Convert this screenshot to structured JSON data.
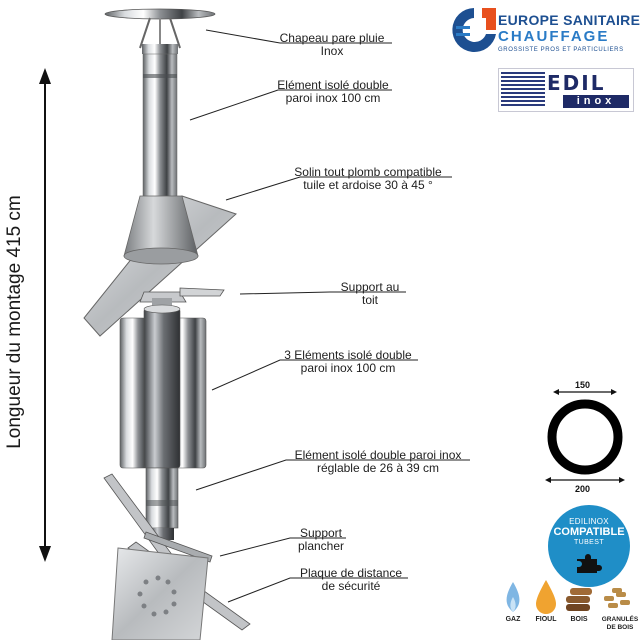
{
  "title_vertical": "Longueur du montage  415 cm",
  "labels": [
    {
      "id": "chapeau",
      "lines": [
        "Chapeau pare pluie",
        "Inox"
      ]
    },
    {
      "id": "element-top",
      "lines": [
        "Elément isolé double",
        "paroi inox 100 cm"
      ]
    },
    {
      "id": "solin",
      "lines": [
        "Solin tout plomb compatible",
        "tuile et ardoise 30 à 45 °"
      ]
    },
    {
      "id": "support-toit",
      "lines": [
        "Support au",
        "toit"
      ]
    },
    {
      "id": "trois-elements",
      "lines": [
        "3 Eléments isolé double",
        "paroi inox 100 cm"
      ]
    },
    {
      "id": "element-reglable",
      "lines": [
        "Elément isolé double paroi inox",
        "réglable de 26 à 39 cm"
      ]
    },
    {
      "id": "support-plancher",
      "lines": [
        "Support",
        "plancher"
      ]
    },
    {
      "id": "plaque",
      "lines": [
        "Plaque de distance",
        "de sécurité"
      ]
    }
  ],
  "brand": {
    "name_line1": "EUROPE SANITAIRE",
    "name_line2": "CHAUFFAGE",
    "tagline": "GROSSISTE PROS ET PARTICULIERS",
    "color_dark": "#1d4f91",
    "color_light": "#2a7bc6",
    "color_accent": "#e8501e"
  },
  "edil_logo": {
    "word": "EDIL",
    "sub": "inox",
    "color": "#1e2a66"
  },
  "diameter": {
    "inner": "150",
    "outer": "200"
  },
  "badge": {
    "line1": "EDILINOX",
    "line2": "COMPATIBLE",
    "line3": "TUBEST",
    "color": "#1f8ec7",
    "icon": "puzzle-icon"
  },
  "fuels": [
    {
      "label": "GAZ",
      "icon": "gas-flame-icon",
      "color": "#7fb6e3"
    },
    {
      "label": "FIOUL",
      "icon": "oil-drop-icon",
      "color": "#f0a330"
    },
    {
      "label": "BOIS",
      "icon": "wood-logs-icon",
      "color": "#8a5a2e"
    },
    {
      "label": "GRANULÉS DE BOIS",
      "icon": "wood-pellets-icon",
      "color": "#b98c48"
    }
  ]
}
